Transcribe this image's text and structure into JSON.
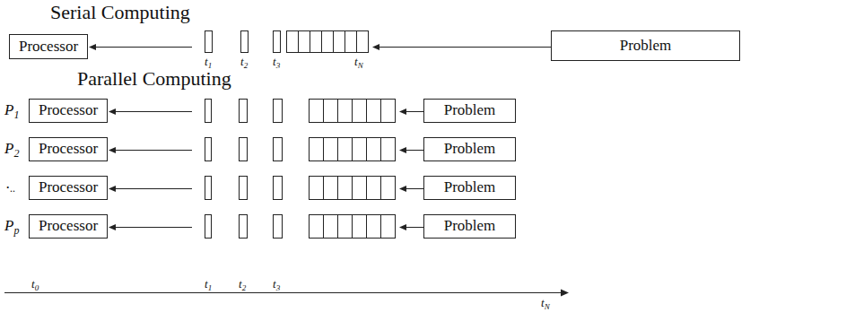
{
  "diagram": {
    "nodes": [
      {
        "text": [
          "Processor"
        ]
      },
      {
        "text": [
          "Problem"
        ]
      },
      {
        "text": [
          "Processor"
        ]
      },
      {
        "text": [
          "Problem"
        ]
      },
      {
        "text": [
          "Processor"
        ]
      },
      {
        "text": [
          "Problem"
        ]
      },
      {
        "text": [
          "Processor"
        ]
      },
      {
        "text": [
          "Problem"
        ]
      },
      {
        "text": [
          "Processor"
        ]
      },
      {
        "text": [
          "Problem"
        ]
      }
    ],
    "edges": [
      {
        "from": 1,
        "to": 0,
        "arrow": "to"
      },
      {
        "from": 3,
        "to": 2,
        "arrow": "to"
      },
      {
        "from": 5,
        "to": 4,
        "arrow": "to"
      },
      {
        "from": 7,
        "to": 6,
        "arrow": "to"
      },
      {
        "from": 9,
        "to": 8,
        "arrow": "to"
      }
    ],
    "labels": [
      "Serial Computing",
      "t1",
      "t2",
      "t3",
      "tN",
      "Parallel Computing",
      "P1",
      "P2",
      "...",
      "Pp",
      "t0",
      "t1",
      "t2",
      "t3",
      "tN"
    ]
  }
}
